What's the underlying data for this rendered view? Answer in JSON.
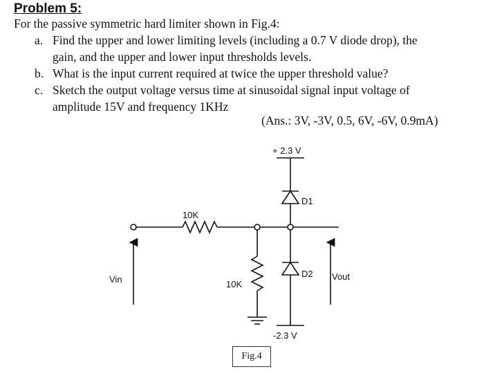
{
  "problem": {
    "title": "Problem 5:",
    "intro": "For the passive symmetric hard limiter shown in Fig.4:",
    "parts": [
      {
        "marker": "a.",
        "lines": [
          "Find the upper and lower limiting levels (including a 0.7 V diode drop), the",
          "gain, and the upper and lower input thresholds levels."
        ]
      },
      {
        "marker": "b.",
        "lines": [
          "What is the input current required at twice the upper threshold value?"
        ]
      },
      {
        "marker": "c.",
        "lines": [
          "Sketch the output voltage versus time at sinusoidal signal input voltage of",
          "amplitude 15V and frequency 1KHz"
        ]
      }
    ],
    "answer": "(Ans.: 3V, -3V, 0.5, 6V, -6V, 0.9mA)"
  },
  "circuit": {
    "top_supply": "+ 2.3 V",
    "bottom_supply": "-2.3 V",
    "d1": "D1",
    "d2": "D2",
    "r_series": "10K",
    "r_shunt": "10K",
    "vin": "Vin",
    "vout": "Vout",
    "fig_label": "Fig.4"
  }
}
